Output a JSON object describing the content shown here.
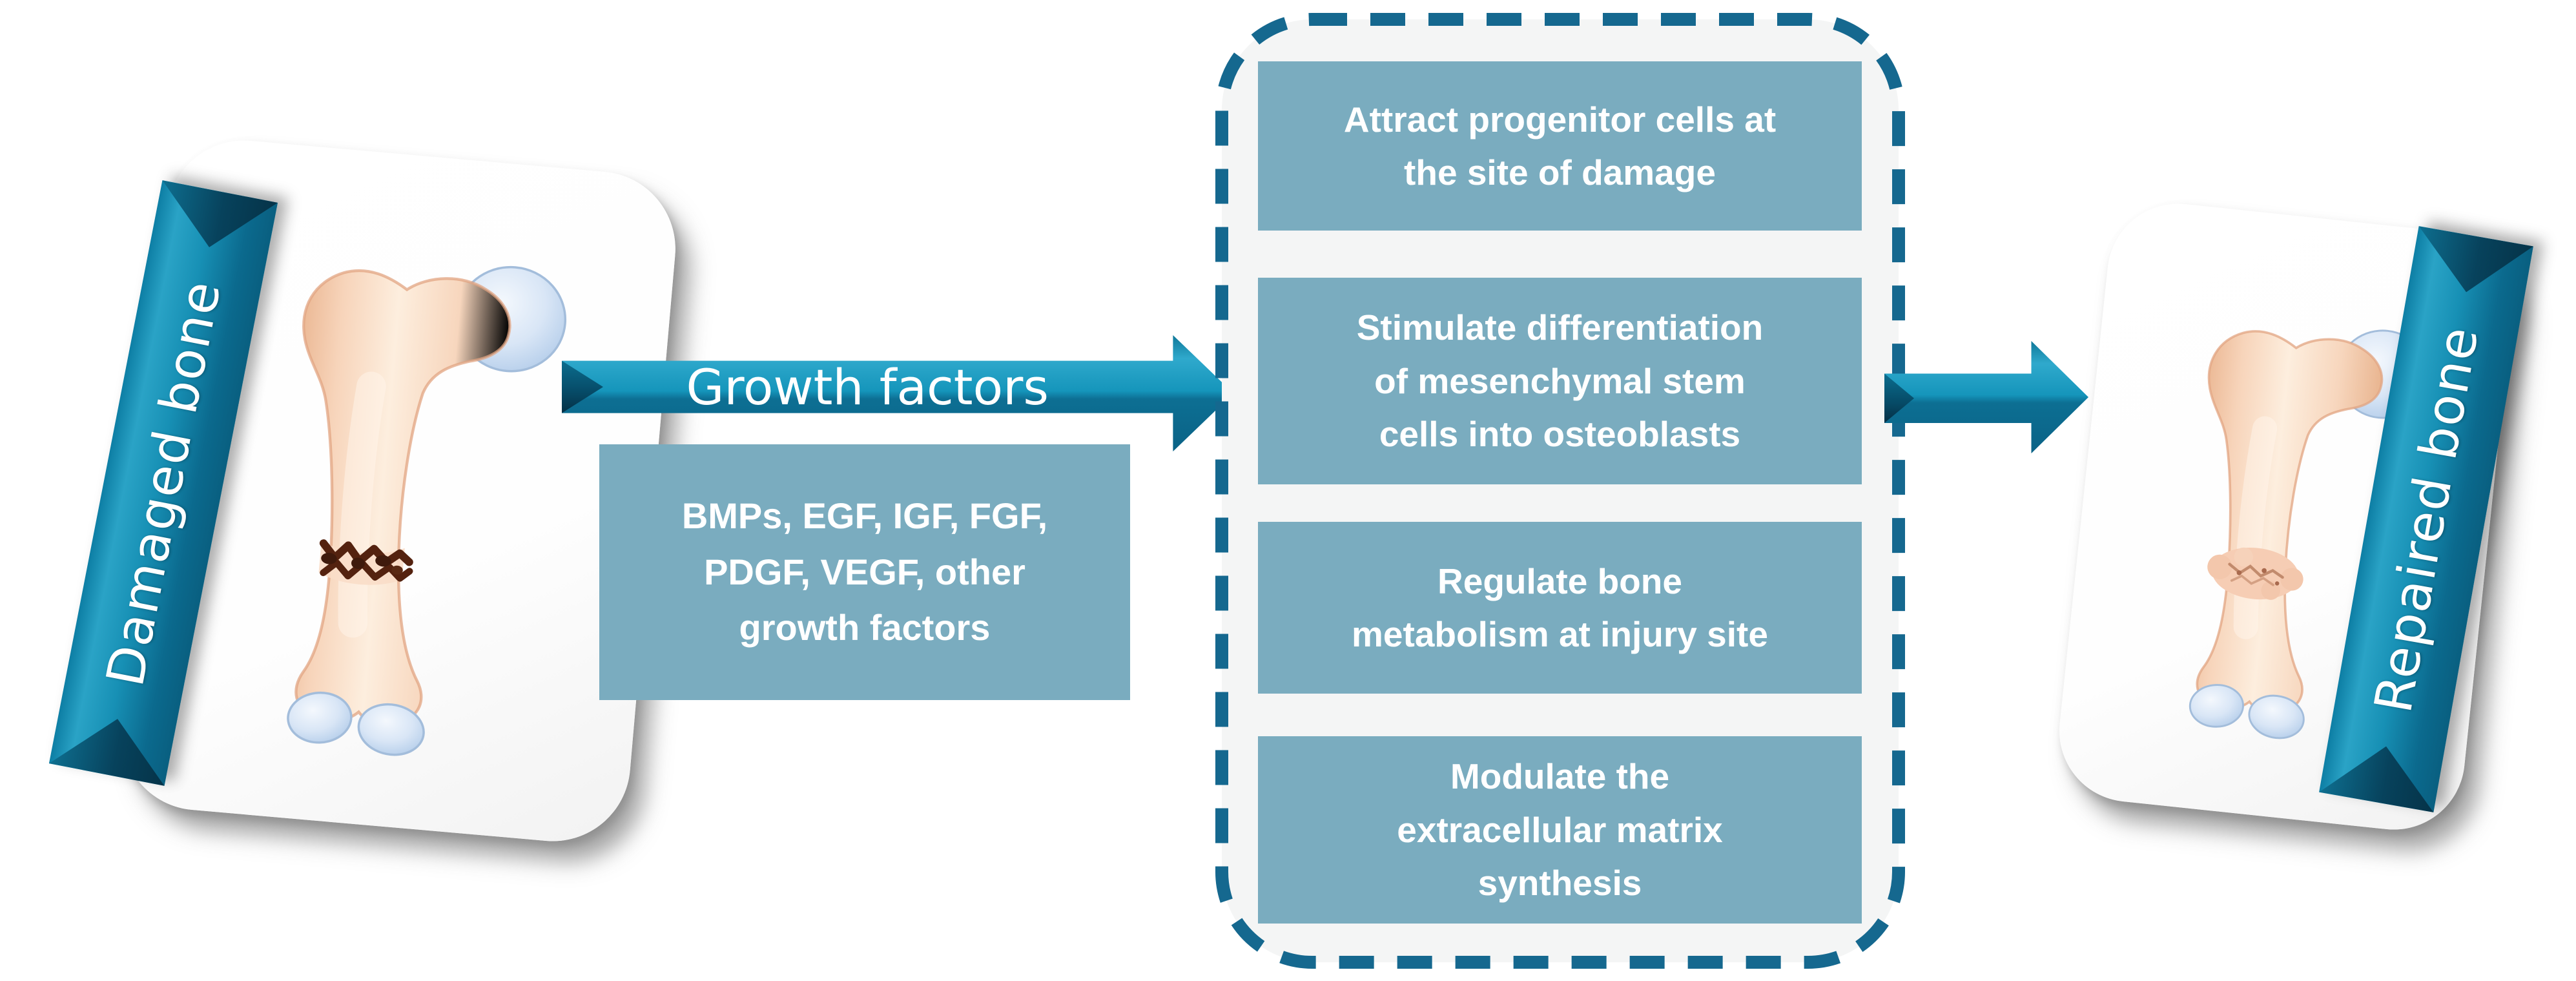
{
  "colors": {
    "accent_teal": "#1595bb",
    "teal_box": "#7aacbf",
    "dash_border": "#15688f",
    "panel_inner": "#f4f5f5"
  },
  "left_panel": {
    "banner_label": "Damaged bone",
    "illustration": "damaged femur with fracture"
  },
  "growth_arrow": {
    "label": "Growth factors"
  },
  "factors_box": {
    "lines": [
      "BMPs, EGF, IGF, FGF,",
      "PDGF, VEGF, other",
      "growth factors"
    ]
  },
  "effects_panel": {
    "boxes": [
      {
        "lines": [
          "Attract progenitor cells at",
          "the site of damage"
        ]
      },
      {
        "lines": [
          "Stimulate differentiation",
          "of mesenchymal stem",
          "cells into osteoblasts"
        ]
      },
      {
        "lines": [
          "Regulate bone",
          "metabolism at injury site"
        ]
      },
      {
        "lines": [
          "Modulate the",
          "extracellular matrix",
          "synthesis"
        ]
      }
    ]
  },
  "right_panel": {
    "banner_label": "Repaired bone",
    "illustration": "repaired femur with healed callus"
  }
}
